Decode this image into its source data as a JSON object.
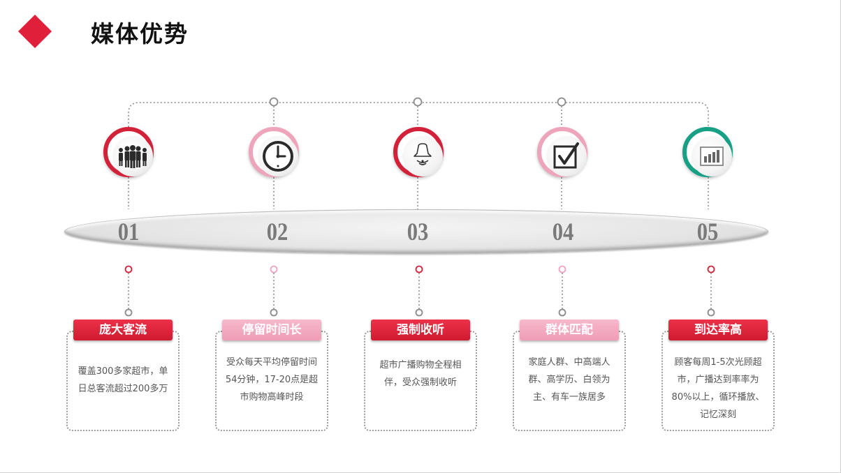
{
  "title": "媒体优势",
  "colors": {
    "accent_red": "#e0203a",
    "accent_pink": "#eea4ba",
    "accent_teal": "#17a085",
    "number_gray": "#7a7a7a"
  },
  "items": [
    {
      "number": "01",
      "icon": "crowd-icon",
      "ring_color": "#d4213a",
      "style": "red",
      "title": "庞大客流",
      "text": "覆盖300多家超市，单日总客流超过200多万"
    },
    {
      "number": "02",
      "icon": "clock-icon",
      "ring_color": "#eea4ba",
      "style": "pink",
      "title": "停留时间长",
      "text": "受众每天平均停留时间54分钟，17-20点是超市购物高峰时段"
    },
    {
      "number": "03",
      "icon": "speaker-icon",
      "ring_color": "#d4213a",
      "style": "red",
      "title": "强制收听",
      "text": "超市广播购物全程相伴，受众强制收听"
    },
    {
      "number": "04",
      "icon": "checkbox-icon",
      "ring_color": "#eea4ba",
      "style": "pink",
      "title": "群体匹配",
      "text": "家庭人群、中高端人群、高学历、白领为主、有车一族居多"
    },
    {
      "number": "05",
      "icon": "bar-chart-icon",
      "ring_color": "#17a085",
      "style": "red",
      "title": "到达率高",
      "text": "顾客每周1-5次光顾超市，广播达到率率为80%以上，循环播放、记忆深刻"
    }
  ]
}
